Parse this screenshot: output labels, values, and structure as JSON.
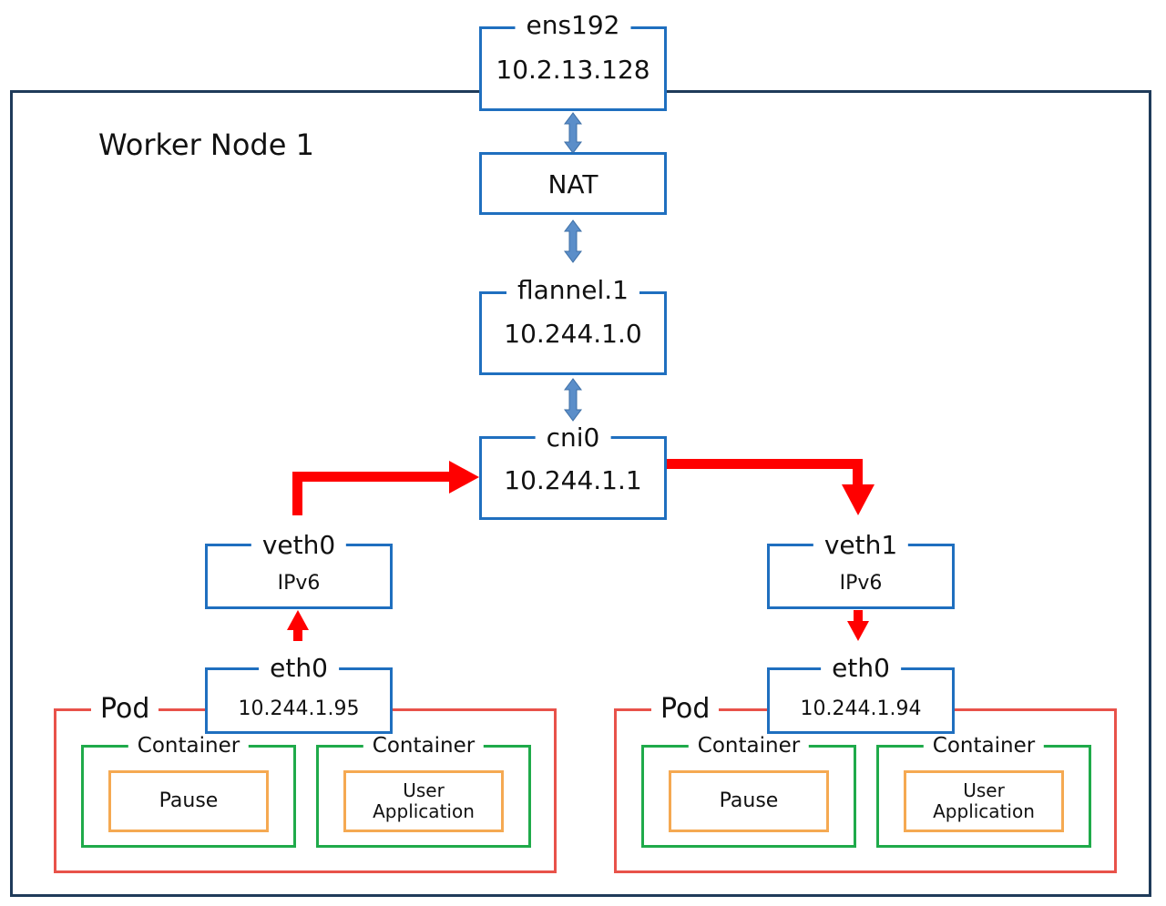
{
  "node": {
    "title": "Worker Node 1"
  },
  "interfaces": {
    "ens192": {
      "name": "ens192",
      "ip": "10.2.13.128"
    },
    "nat": {
      "name": "NAT"
    },
    "flannel": {
      "name": "flannel.1",
      "ip": "10.244.1.0"
    },
    "cni0": {
      "name": "cni0",
      "ip": "10.244.1.1"
    },
    "veth0": {
      "name": "veth0",
      "ip": "IPv6"
    },
    "veth1": {
      "name": "veth1",
      "ip": "IPv6"
    },
    "eth0_left": {
      "name": "eth0",
      "ip": "10.244.1.95"
    },
    "eth0_right": {
      "name": "eth0",
      "ip": "10.244.1.94"
    }
  },
  "pods": [
    {
      "label": "Pod",
      "containers": [
        {
          "label": "Container",
          "app": "Pause"
        },
        {
          "label": "Container",
          "app_line1": "User",
          "app_line2": "Application"
        }
      ]
    },
    {
      "label": "Pod",
      "containers": [
        {
          "label": "Container",
          "app": "Pause"
        },
        {
          "label": "Container",
          "app_line1": "User",
          "app_line2": "Application"
        }
      ]
    }
  ],
  "colors": {
    "node_border": "#1f3b5a",
    "interface_border": "#1f6fbf",
    "pod_border": "#e8524a",
    "container_border": "#1faa4a",
    "app_border": "#f5a952",
    "traffic_arrow": "#ff0000",
    "link_arrow": "#5b8ec9"
  }
}
